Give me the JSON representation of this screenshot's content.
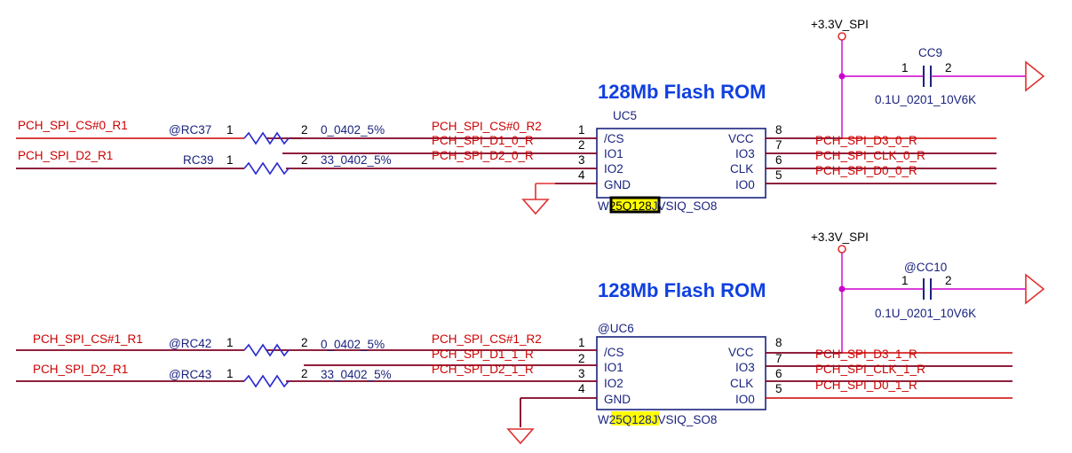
{
  "power": {
    "top": "+3.3V_SPI",
    "bottom": "+3.3V_SPI"
  },
  "cap_top": {
    "ref": "CC9",
    "pin1": "1",
    "pin2": "2",
    "value": "0.1U_0201_10V6K"
  },
  "cap_bottom": {
    "ref": "@CC10",
    "pin1": "1",
    "pin2": "2",
    "value": "0.1U_0201_10V6K"
  },
  "block_top": {
    "title": "128Mb Flash ROM",
    "ref": "UC5",
    "part_prefix": "W",
    "part_highlight": "25Q128",
    "part_suffix": "JVSIQ_SO8",
    "left_pins": [
      {
        "num": "1",
        "name": "/CS"
      },
      {
        "num": "2",
        "name": "IO1"
      },
      {
        "num": "3",
        "name": "IO2"
      },
      {
        "num": "4",
        "name": "GND"
      }
    ],
    "right_pins": [
      {
        "num": "8",
        "name": "VCC"
      },
      {
        "num": "7",
        "name": "IO3"
      },
      {
        "num": "6",
        "name": "CLK"
      },
      {
        "num": "5",
        "name": "IO0"
      }
    ],
    "left_nets": [
      "PCH_SPI_CS#0_R2",
      "PCH_SPI_D1_0_R",
      "PCH_SPI_D2_0_R"
    ],
    "right_nets": [
      "PCH_SPI_D3_0_R",
      "PCH_SPI_CLK_0_R",
      "PCH_SPI_D0_0_R"
    ],
    "resistors": [
      {
        "net": "PCH_SPI_CS#0_R1",
        "ref": "@RC37",
        "pin1": "1",
        "pin2": "2",
        "value": "0_0402_5%"
      },
      {
        "net": "PCH_SPI_D2_R1",
        "ref": "RC39",
        "pin1": "1",
        "pin2": "2",
        "value": "33_0402_5%"
      }
    ]
  },
  "block_bottom": {
    "title": "128Mb Flash ROM",
    "ref": "@UC6",
    "part_prefix": "W",
    "part_highlight": "25Q128",
    "part_suffix": "JVSIQ_SO8",
    "left_pins": [
      {
        "num": "1",
        "name": "/CS"
      },
      {
        "num": "2",
        "name": "IO1"
      },
      {
        "num": "3",
        "name": "IO2"
      },
      {
        "num": "4",
        "name": "GND"
      }
    ],
    "right_pins": [
      {
        "num": "8",
        "name": "VCC"
      },
      {
        "num": "7",
        "name": "IO3"
      },
      {
        "num": "6",
        "name": "CLK"
      },
      {
        "num": "5",
        "name": "IO0"
      }
    ],
    "left_nets": [
      "PCH_SPI_CS#1_R2",
      "PCH_SPI_D1_1_R",
      "PCH_SPI_D2_1_R"
    ],
    "right_nets": [
      "PCH_SPI_D3_1_R",
      "PCH_SPI_CLK_1_R",
      "PCH_SPI_D0_1_R"
    ],
    "resistors": [
      {
        "net": "PCH_SPI_CS#1_R1",
        "ref": "@RC42",
        "pin1": "1",
        "pin2": "2",
        "value": "0_0402_5%"
      },
      {
        "net": "PCH_SPI_D2_R1",
        "ref": "@RC43",
        "pin1": "1",
        "pin2": "2",
        "value": "33_0402_5%"
      }
    ]
  }
}
